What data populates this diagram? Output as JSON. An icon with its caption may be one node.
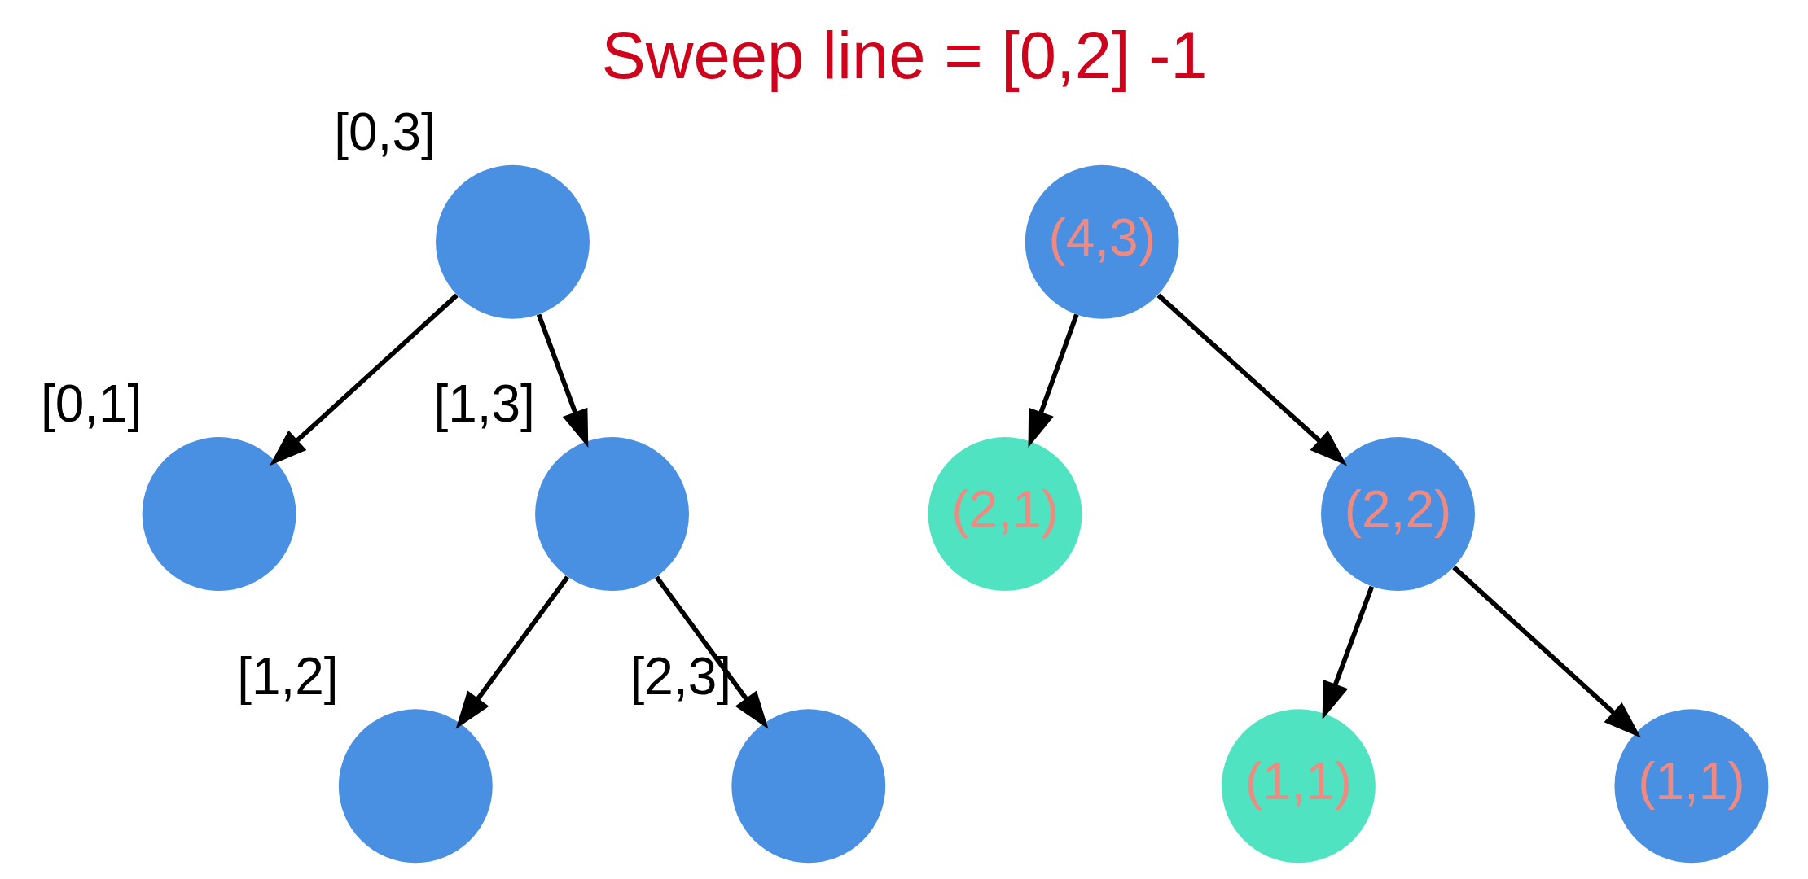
{
  "diagram": {
    "title": "Sweep line = [0,2] -1",
    "nodes": [
      {
        "text": [],
        "shape": "circle",
        "beside": [
          "[0,3]"
        ]
      },
      {
        "text": [],
        "shape": "circle",
        "beside": [
          "[0,1]"
        ]
      },
      {
        "text": [],
        "shape": "circle",
        "beside": [
          "[1,3]"
        ]
      },
      {
        "text": [],
        "shape": "circle",
        "beside": [
          "[1,2]"
        ]
      },
      {
        "text": [],
        "shape": "circle",
        "beside": [
          "[2,3]"
        ]
      },
      {
        "text": [
          "(4,3)"
        ]
      },
      {
        "text": [
          "(2,1)"
        ]
      },
      {
        "text": [
          "(2,2)"
        ]
      },
      {
        "text": [
          "(1,1)"
        ]
      },
      {
        "text": [
          "(1,1)"
        ]
      }
    ],
    "edges": [
      {
        "from": 0,
        "to": 1,
        "arrow": "to"
      },
      {
        "from": 0,
        "to": 2,
        "arrow": "to"
      },
      {
        "from": 2,
        "to": 3,
        "arrow": "to"
      },
      {
        "from": 2,
        "to": 4,
        "arrow": "to"
      },
      {
        "from": 5,
        "to": 6,
        "arrow": "to"
      },
      {
        "from": 5,
        "to": 7,
        "arrow": "to"
      },
      {
        "from": 7,
        "to": 8,
        "arrow": "to"
      },
      {
        "from": 7,
        "to": 9,
        "arrow": "to"
      }
    ]
  }
}
